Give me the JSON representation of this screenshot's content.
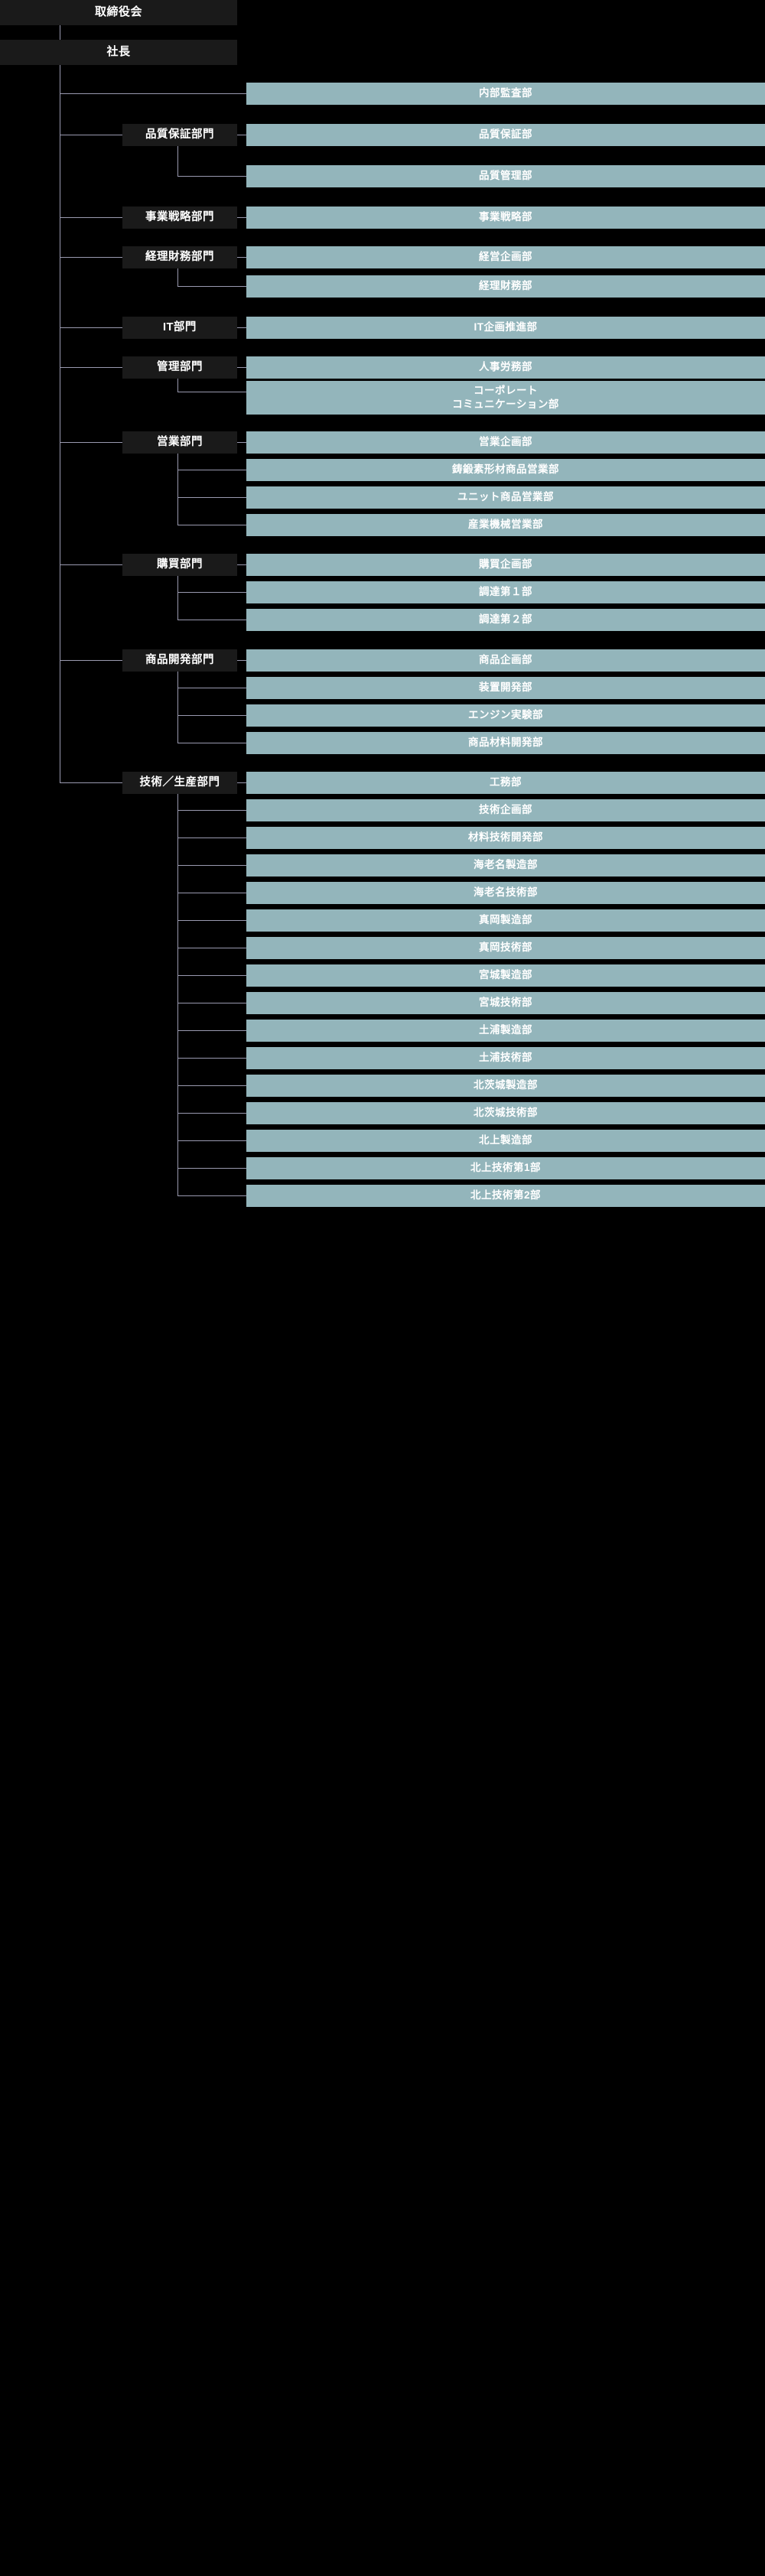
{
  "meta": {
    "title": "組織図",
    "colors": {
      "background": "#000000",
      "executive_box": "#1a1a1a",
      "division_box": "#1a1a1a",
      "department_box": "#93b5bb",
      "connector_line": "#9a9ab0",
      "text": "#ffffff"
    }
  },
  "executive": [
    {
      "label": "取締役会"
    },
    {
      "label": "社長"
    }
  ],
  "direct_departments": [
    {
      "label": "内部監査部"
    }
  ],
  "divisions": [
    {
      "label": "品質保証部門",
      "departments": [
        {
          "label": "品質保証部"
        },
        {
          "label": "品質管理部"
        }
      ]
    },
    {
      "label": "事業戦略部門",
      "departments": [
        {
          "label": "事業戦略部"
        }
      ]
    },
    {
      "label": "経理財務部門",
      "departments": [
        {
          "label": "経営企画部"
        },
        {
          "label": "経理財務部"
        }
      ]
    },
    {
      "label": "IT部門",
      "departments": [
        {
          "label": "IT企画推進部"
        }
      ]
    },
    {
      "label": "管理部門",
      "departments": [
        {
          "label": "人事労務部"
        },
        {
          "label": "コーポレート\nコミュニケーション部"
        }
      ]
    },
    {
      "label": "営業部門",
      "departments": [
        {
          "label": "営業企画部"
        },
        {
          "label": "鋳鍛素形材商品営業部"
        },
        {
          "label": "ユニット商品営業部"
        },
        {
          "label": "産業機械営業部"
        }
      ]
    },
    {
      "label": "購買部門",
      "departments": [
        {
          "label": "購買企画部"
        },
        {
          "label": "調達第１部"
        },
        {
          "label": "調達第２部"
        }
      ]
    },
    {
      "label": "商品開発部門",
      "departments": [
        {
          "label": "商品企画部"
        },
        {
          "label": "装置開発部"
        },
        {
          "label": "エンジン実験部"
        },
        {
          "label": "商品材料開発部"
        }
      ]
    },
    {
      "label": "技術／生産部門",
      "departments": [
        {
          "label": "工務部"
        },
        {
          "label": "技術企画部"
        },
        {
          "label": "材料技術開発部"
        },
        {
          "label": "海老名製造部"
        },
        {
          "label": "海老名技術部"
        },
        {
          "label": "真岡製造部"
        },
        {
          "label": "真岡技術部"
        },
        {
          "label": "宮城製造部"
        },
        {
          "label": "宮城技術部"
        },
        {
          "label": "土浦製造部"
        },
        {
          "label": "土浦技術部"
        },
        {
          "label": "北茨城製造部"
        },
        {
          "label": "北茨城技術部"
        },
        {
          "label": "北上製造部"
        },
        {
          "label": "北上技術第1部"
        },
        {
          "label": "北上技術第2部"
        }
      ]
    }
  ],
  "layout": {
    "executive_y": [
      0,
      52
    ],
    "direct_dept_y": [
      108
    ],
    "division_y": [
      162,
      270,
      322,
      414,
      466,
      564,
      724,
      849,
      1009
    ],
    "dept_y": [
      [
        162,
        216
      ],
      [
        270
      ],
      [
        322,
        360
      ],
      [
        414
      ],
      [
        466,
        498
      ],
      [
        564,
        600,
        636,
        672
      ],
      [
        724,
        760,
        796
      ],
      [
        849,
        885,
        921,
        957
      ],
      [
        1009,
        1045,
        1081,
        1117,
        1153,
        1189,
        1225,
        1261,
        1297,
        1333,
        1369,
        1405,
        1441,
        1477,
        1513,
        1549
      ]
    ]
  }
}
